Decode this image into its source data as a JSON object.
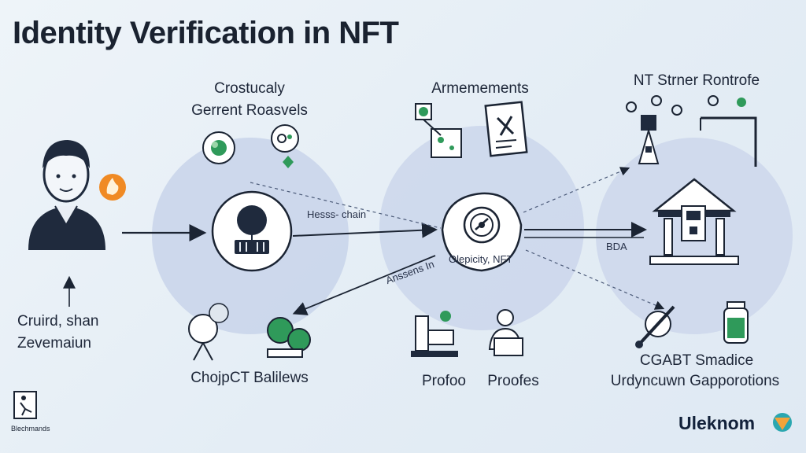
{
  "title": "Identity Verification in NFT",
  "labels": {
    "group_top_left_1": "Crostucaly",
    "group_top_left_2": "Gerrent Roasvels",
    "group_top_mid": "Armemements",
    "group_top_right": "NT Strner Rontrofe",
    "user_line1": "Cruird, shan",
    "user_line2": "Zevemaiun",
    "bottom_left": "ChojpCT Balilews",
    "bottom_mid_1": "Profoo",
    "bottom_mid_2": "Proofes",
    "bottom_right_1": "CGABT Smadice",
    "bottom_right_2": "Urdyncuwn Gapporotions",
    "arrow_hessa_chain": "Hesss- chain",
    "arrow_anssens": "Anssens In",
    "arrow_bda": "BDA",
    "node_nft": "Olepicity, NFT",
    "corner_caption": "Blechmands"
  },
  "brand": {
    "name": "Uleknom"
  },
  "colors": {
    "ink": "#1b2433",
    "circle": "#c9d5ea",
    "green": "#2f9a5a",
    "orange": "#f08a24",
    "brand_teal": "#2aa7b0",
    "brand_orange": "#f2a33a"
  }
}
